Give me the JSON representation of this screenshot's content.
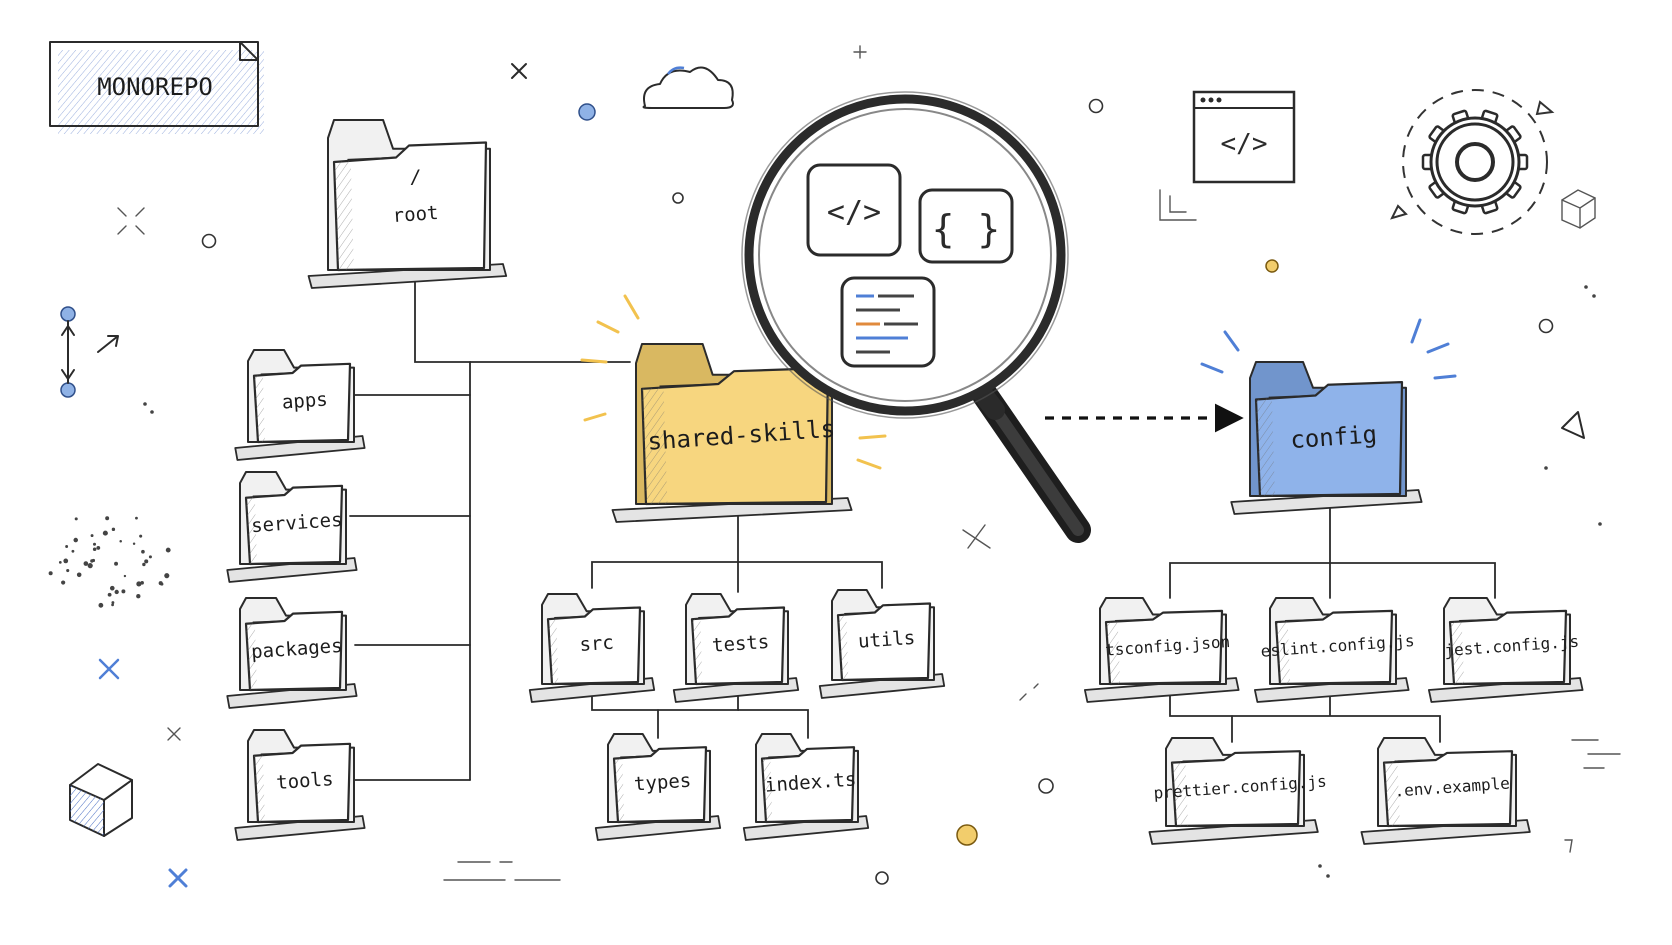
{
  "title_tag": "MONOREPO",
  "root_folder": {
    "slash": "/",
    "label": "root"
  },
  "left_folders": [
    "apps",
    "services",
    "packages",
    "tools"
  ],
  "shared": {
    "label": "shared-skills",
    "children": [
      "src",
      "tests",
      "utils"
    ],
    "grandchildren": [
      "types",
      "index.ts"
    ]
  },
  "magnifier": {
    "icons": [
      "code-tag-icon",
      "curly-braces-icon",
      "code-lines-icon"
    ]
  },
  "config": {
    "label": "config",
    "children": [
      "tsconfig.json",
      "eslint.config.js",
      "jest.config.js"
    ],
    "grandchildren": [
      "prettier.config.js",
      ".env.example"
    ]
  },
  "browser_window": {
    "code_label": "</>"
  },
  "colors": {
    "shared_folder": "#f7d67f",
    "config_folder": "#8fb3ea",
    "accent_blue": "#4f7fd6",
    "accent_gold": "#f2c24e",
    "ink": "#2b2b2b"
  }
}
